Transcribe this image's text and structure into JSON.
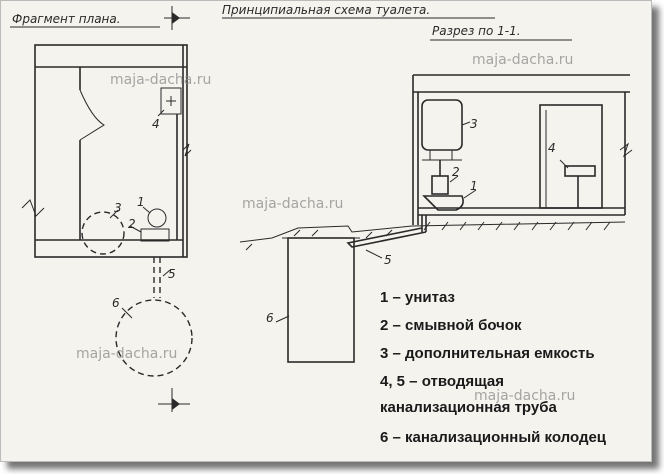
{
  "titles": {
    "plan": "Фрагмент плана.",
    "scheme": "Принципиальная схема туалета.",
    "section": "Разрез по 1-1."
  },
  "watermark": "maja-dacha.ru",
  "labels": {
    "n1": "1",
    "n2": "2",
    "n3": "3",
    "n4": "4",
    "n5": "5",
    "n6": "6"
  },
  "legend": [
    "1 – унитаз",
    "2 – смывной бочок",
    "3 – дополнительная емкость",
    "4, 5 – отводящая",
    "канализационная труба",
    "6 – канализационный колодец"
  ]
}
